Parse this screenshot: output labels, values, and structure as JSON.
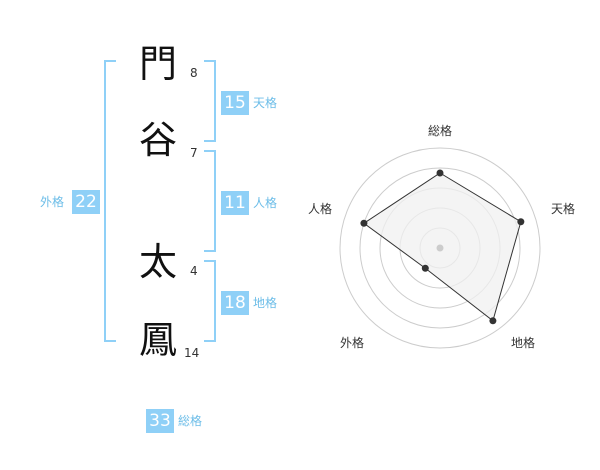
{
  "name": {
    "chars": [
      {
        "char": "門",
        "strokes": "8"
      },
      {
        "char": "谷",
        "strokes": "7"
      },
      {
        "char": "太",
        "strokes": "4"
      },
      {
        "char": "鳳",
        "strokes": "14"
      }
    ]
  },
  "scores": {
    "tenkaku": {
      "value": "15",
      "label": "天格"
    },
    "jinkaku": {
      "value": "11",
      "label": "人格"
    },
    "chikaku": {
      "value": "18",
      "label": "地格"
    },
    "gaikaku": {
      "value": "22",
      "label": "外格"
    },
    "soukaku": {
      "value": "33",
      "label": "総格"
    }
  },
  "chart_data": {
    "type": "radar",
    "axes": [
      "総格",
      "天格",
      "地格",
      "外格",
      "人格"
    ],
    "values": [
      0.75,
      0.85,
      0.9,
      0.25,
      0.8
    ],
    "rings": 5,
    "colors": {
      "fill": "#f0f0f0",
      "line": "#333333",
      "grid": "#cccccc"
    }
  }
}
